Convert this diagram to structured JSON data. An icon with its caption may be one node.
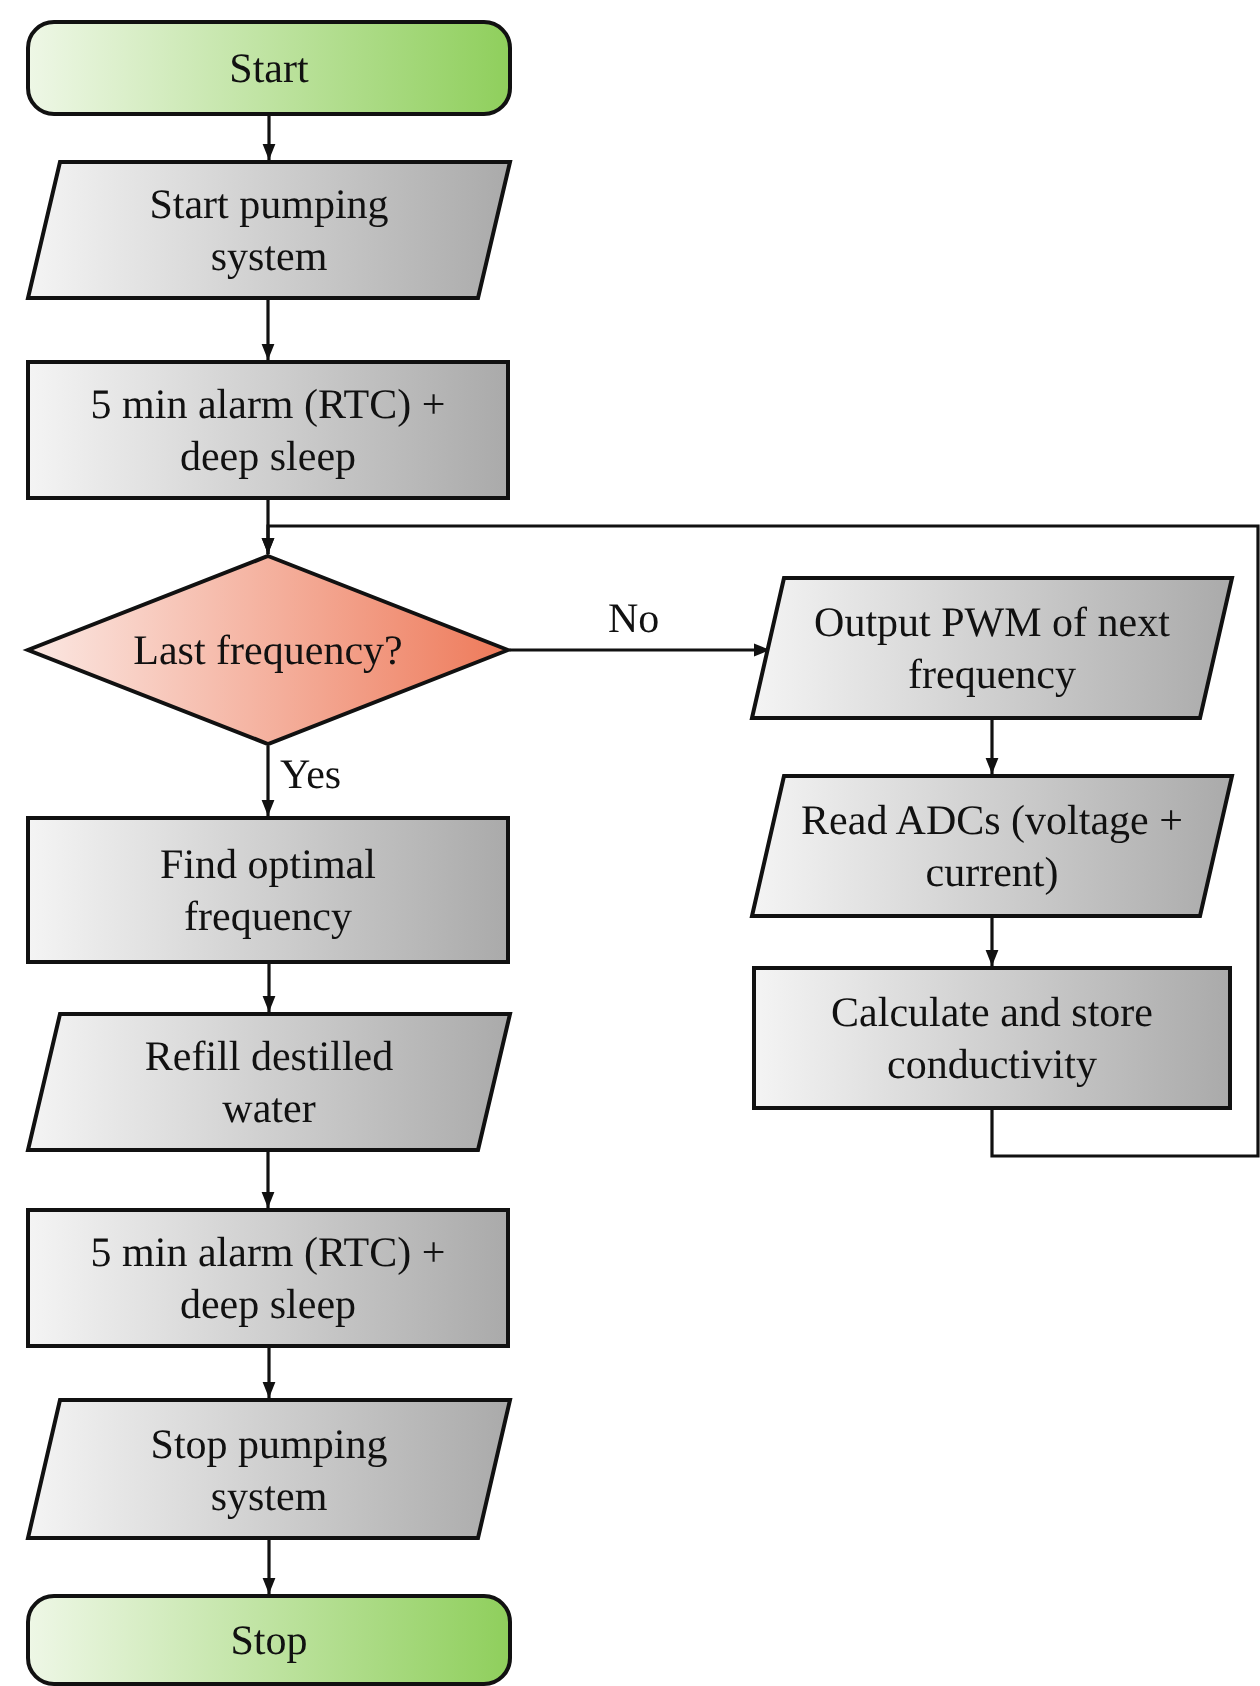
{
  "diagram": {
    "nodes": [
      {
        "text": [
          "Start"
        ]
      },
      {
        "text": [
          "Start pumping system"
        ]
      },
      {
        "text": [
          "5 min alarm (RTC) + deep sleep"
        ]
      },
      {
        "text": [
          "Last frequency?"
        ]
      },
      {
        "text": [
          "Output PWM of next frequency"
        ]
      },
      {
        "text": [
          "Read ADCs (voltage + current)"
        ]
      },
      {
        "text": [
          "Calculate and store conductivity"
        ]
      },
      {
        "text": [
          "Find optimal frequency"
        ]
      },
      {
        "text": [
          "Refill destilled water"
        ]
      },
      {
        "text": [
          "5 min alarm (RTC) + deep sleep"
        ]
      },
      {
        "text": [
          "Stop pumping system"
        ]
      },
      {
        "text": [
          "Stop"
        ]
      }
    ],
    "edges": [
      {
        "from": 0,
        "to": 1,
        "arrow": "to"
      },
      {
        "from": 1,
        "to": 2,
        "arrow": "to"
      },
      {
        "from": 2,
        "to": 3,
        "arrow": "to"
      },
      {
        "from": 3,
        "to": 4,
        "label": "No",
        "arrow": "to"
      },
      {
        "from": 4,
        "to": 5,
        "arrow": "to"
      },
      {
        "from": 5,
        "to": 6,
        "arrow": "to"
      },
      {
        "from": 6,
        "to": 3,
        "arrow": "to"
      },
      {
        "from": 3,
        "to": 7,
        "label": "Yes",
        "arrow": "to"
      },
      {
        "from": 7,
        "to": 8,
        "arrow": "to"
      },
      {
        "from": 8,
        "to": 9,
        "arrow": "to"
      },
      {
        "from": 9,
        "to": 10,
        "arrow": "to"
      },
      {
        "from": 10,
        "to": 11,
        "arrow": "to"
      }
    ]
  }
}
